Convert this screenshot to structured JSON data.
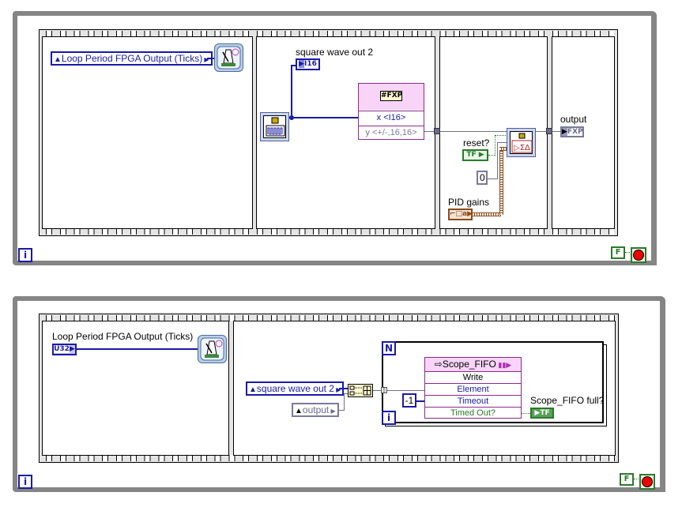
{
  "loop1": {
    "iteration_label": "i",
    "frame1": {
      "loop_period_control": "Loop Period FPGA Output (Ticks)",
      "timer_icon": "loop-timer-icon"
    },
    "frame2": {
      "indicator_label": "square wave out 2",
      "indicator_type": "I16",
      "fxp_node_title": "#FXP",
      "fxp_input": "x <I16>",
      "fxp_output": "y <+/-,16,16>"
    },
    "frame3": {
      "reset_label": "reset?",
      "reset_type": "TF",
      "zero_const": "0",
      "pid_label": "PID gains",
      "pid_type": "⌐□a"
    },
    "frame4": {
      "output_label": "output",
      "output_type": "FXP"
    },
    "stop_const": "F"
  },
  "loop2": {
    "iteration_label": "i",
    "frame1": {
      "loop_period_label": "Loop Period FPGA Output (Ticks)",
      "loop_period_type": "U32"
    },
    "frame2": {
      "square_wave_local": "square wave out 2",
      "output_local": "output",
      "for_loop_count": "N",
      "for_loop_iter": "i",
      "timeout_const": "-1",
      "fifo_title": "Scope_FIFO",
      "fifo_rows": [
        "Write",
        "Element",
        "Timeout",
        "Timed Out?"
      ],
      "fifo_full_label": "Scope_FIFO full?",
      "fifo_full_type": "TF"
    },
    "stop_const": "F"
  },
  "colors": {
    "loop_border": "#858585",
    "i16_blue": "#1a1aa6",
    "fxp_gray": "#6a6a8a",
    "boolean_green": "#2a7a2a",
    "cluster_brown": "#8a4a1a",
    "fifo_pink": "#f2c8f2"
  }
}
